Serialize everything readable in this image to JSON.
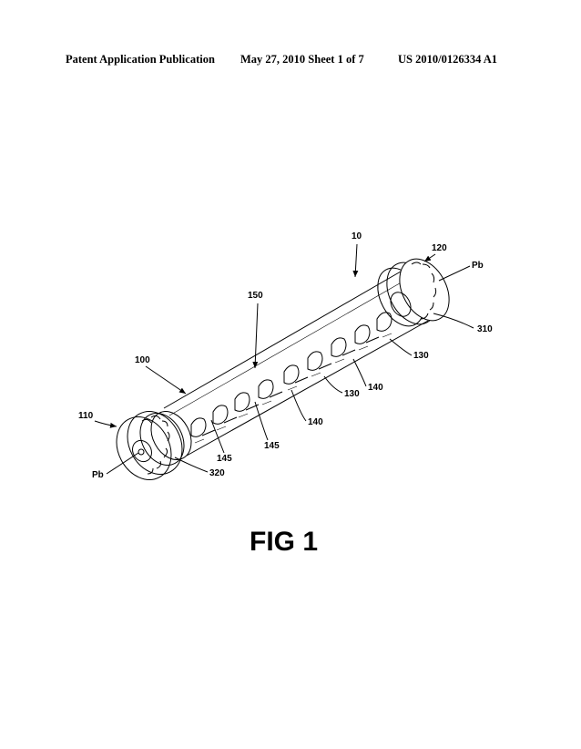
{
  "header": {
    "publication": "Patent Application Publication",
    "date_sheet": "May 27, 2010  Sheet 1 of 7",
    "pub_number": "US 2010/0126334 A1"
  },
  "figure": {
    "caption": "FIG 1",
    "labels": {
      "l10": "10",
      "l120": "120",
      "lPb_top": "Pb",
      "l150": "150",
      "l310": "310",
      "l100": "100",
      "l130a": "130",
      "l130b": "130",
      "l140a": "140",
      "l140b": "140",
      "l110": "110",
      "l145a": "145",
      "l145b": "145",
      "l320": "320",
      "lPb_bottom": "Pb"
    }
  }
}
